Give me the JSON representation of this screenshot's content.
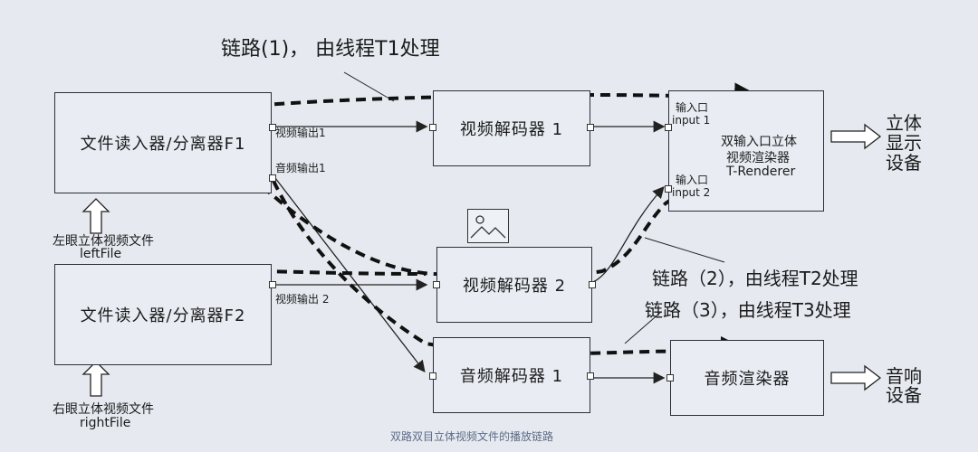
{
  "title_chain1": "链路(1)， 由线程T1处理",
  "title_chain2": "链路（2），由线程T2处理",
  "title_chain3": "链路（3），由线程T3处理",
  "boxes": {
    "reader1": "文件读入器/分离器F1",
    "reader2": "文件读入器/分离器F2",
    "vdec1": "视频解码器 1",
    "vdec2": "视频解码器 2",
    "adec": "音频解码器 1",
    "renderer_l1": "双输入口立体",
    "renderer_l2": "视频渲染器",
    "renderer_l3": "T-Renderer",
    "arender": "音频渲染器"
  },
  "ports": {
    "in1_cn": "输入口",
    "in1_en": "input 1",
    "in2_cn": "输入口",
    "in2_en": "input 2",
    "video_out1": "视频输出1",
    "audio_out1": "音频输出1",
    "video_out2": "视频输出 2"
  },
  "inputs": {
    "left_cn": "左眼立体视频文件",
    "left_en": "leftFile",
    "right_cn": "右眼立体视频文件",
    "right_en": "rightFile"
  },
  "outputs": {
    "display_l1": "立体",
    "display_l2": "显示",
    "display_l3": "设备",
    "audio_l1": "音响",
    "audio_l2": "设备"
  },
  "caption": "双路双目立体视频文件的播放链路",
  "icons": [
    "image-placeholder-icon"
  ]
}
